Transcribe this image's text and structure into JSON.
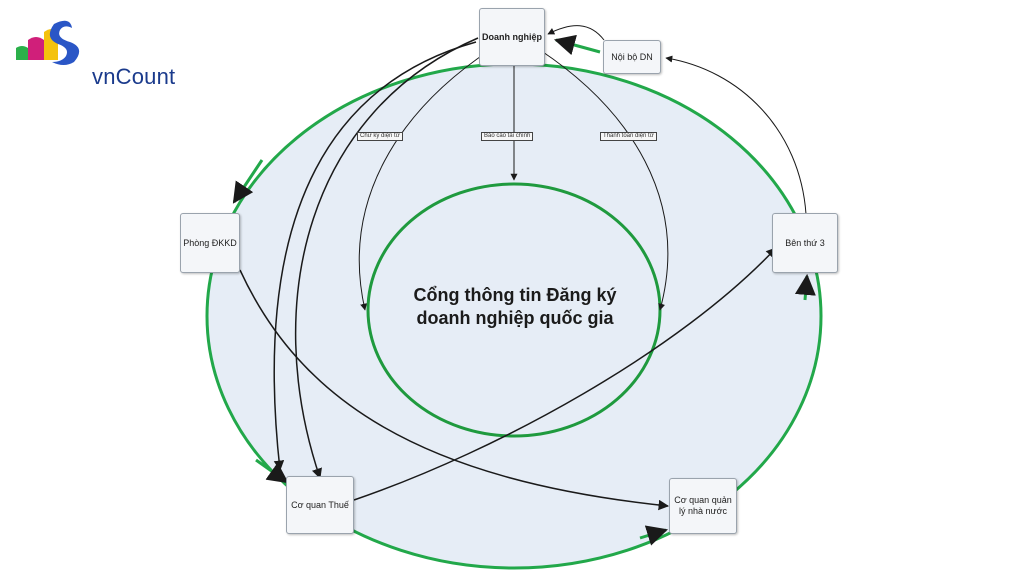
{
  "logo": {
    "brand_text": "vnCount"
  },
  "diagram": {
    "center_title_line1": "Cổng thông tin Đăng ký",
    "center_title_line2": "doanh nghiệp quốc gia",
    "nodes": {
      "doanh_nghiep": "Doanh nghiệp",
      "noi_bo_dn": "Nội bộ DN",
      "phong_dkkd": "Phòng ĐKKD",
      "ben_thu_3": "Bên thứ 3",
      "co_quan_thue": "Cơ quan Thuế",
      "co_quan_quan_ly": "Cơ quan quản lý nhà nước"
    },
    "edge_labels": {
      "left": "Chữ ký điện tử",
      "middle": "Báo cáo tài chính",
      "right": "Thanh toán điện tử"
    },
    "colors": {
      "outer_ring": "#22a84a",
      "inner_ring": "#1f9a3e",
      "fill": "#e6edf6",
      "arrow": "#1a1a1a"
    }
  }
}
